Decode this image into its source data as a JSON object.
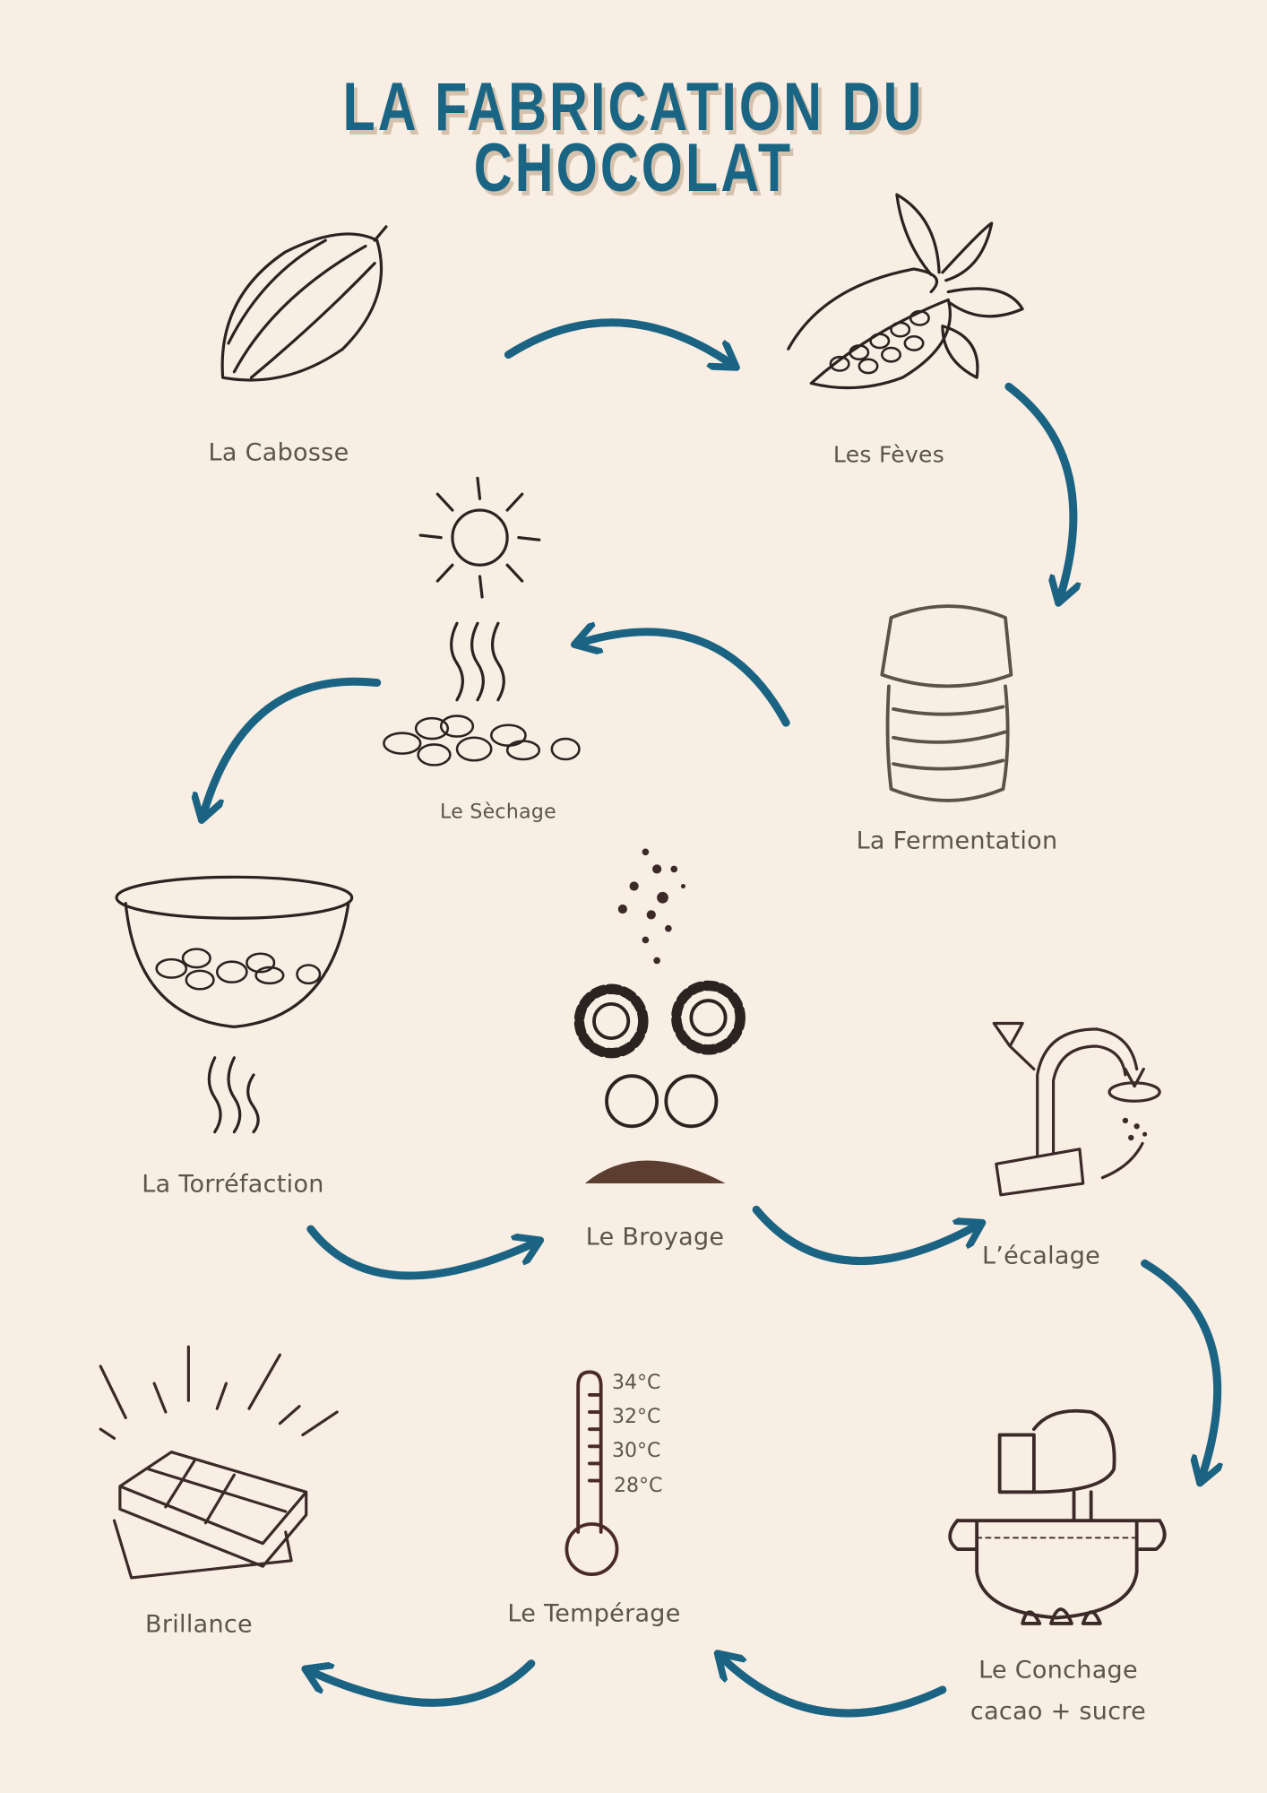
{
  "title": {
    "line1": "LA FABRICATION DU",
    "line2": "CHOCOLAT"
  },
  "steps": [
    {
      "label": "La Cabosse"
    },
    {
      "label": "Les Fèves"
    },
    {
      "label": "La Fermentation"
    },
    {
      "label": "Le Sèchage"
    },
    {
      "label": "La Torréfaction"
    },
    {
      "label": "Le Broyage"
    },
    {
      "label": "L’écalage"
    },
    {
      "label": "Le Conchage",
      "sub": "cacao + sucre"
    },
    {
      "label": "Le Tempérage"
    },
    {
      "label": "Brillance"
    }
  ],
  "thermometer": [
    "34°C",
    "32°C",
    "30°C",
    "28°C"
  ],
  "colors": {
    "accent": "#1b6383",
    "background": "#f8eee3",
    "text": "#5b5548",
    "ink": "#3b2a28"
  }
}
